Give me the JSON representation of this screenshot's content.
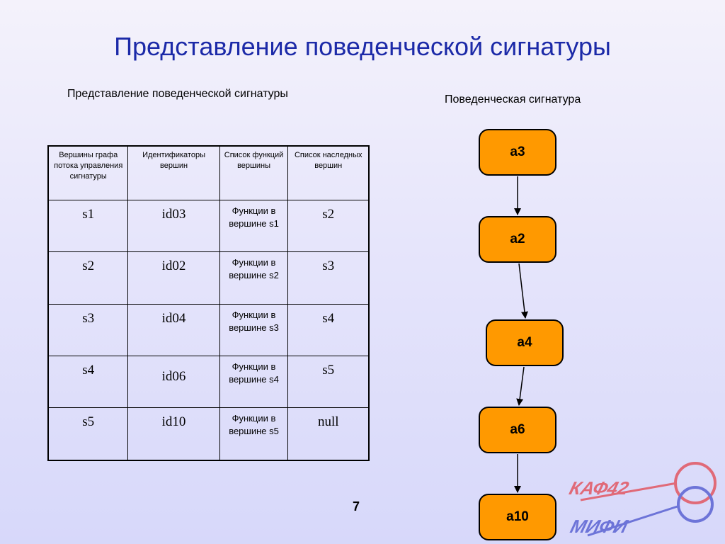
{
  "slide": {
    "title": "Представление поведенческой сигнатуры",
    "page_number": "7"
  },
  "table": {
    "caption": "Представление поведенческой сигнатуры",
    "headers": [
      "Вершины графа потока управления сигнатуры",
      "Идентификаторы вершин",
      "Список функций вершины",
      "Список наследных вершин"
    ],
    "rows": [
      {
        "vertex": "s1",
        "id": "id03",
        "functions": "Функции в вершине s1",
        "successors": "s2"
      },
      {
        "vertex": "s2",
        "id": "id02",
        "functions": "Функции в вершине s2",
        "successors": "s3"
      },
      {
        "vertex": "s3",
        "id": "id04",
        "functions": "Функции в вершине s3",
        "successors": "s4"
      },
      {
        "vertex": "s4",
        "id": "id06",
        "functions": "Функции в вершине s4",
        "successors": "s5"
      },
      {
        "vertex": "s5",
        "id": "id10",
        "functions": "Функции в вершине s5",
        "successors": "null"
      }
    ]
  },
  "graph": {
    "caption": "Поведенческая сигнатура",
    "nodes": [
      "a3",
      "a2",
      "a4",
      "a6",
      "a10"
    ],
    "edges": [
      [
        "a3",
        "a2"
      ],
      [
        "a2",
        "a4"
      ],
      [
        "a4",
        "a6"
      ],
      [
        "a6",
        "a10"
      ]
    ],
    "node_fill": "#ff9900"
  },
  "logo": {
    "text_top": "КАФ42",
    "text_bottom": "МИФИ",
    "colors": {
      "red": "#e06a78",
      "blue": "#6d74d8"
    }
  }
}
